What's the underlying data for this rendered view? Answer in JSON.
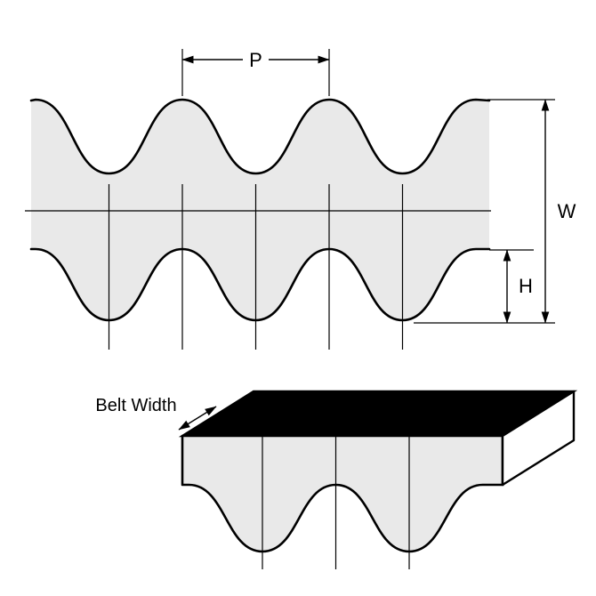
{
  "diagram": {
    "description": "Timing belt tooth profile drawing (double-sided belt cross-section with pitch, width, tooth-height dimensions and 3D belt-width view)",
    "labels": {
      "pitch": "P",
      "belt_thickness": "W",
      "tooth_height": "H",
      "belt_width": "Belt Width"
    },
    "colors": {
      "background": "#ffffff",
      "belt_fill": "#e9e9e9",
      "line": "#000000",
      "top_face_fill": "#000000",
      "end_face_fill": "#ffffff"
    }
  }
}
